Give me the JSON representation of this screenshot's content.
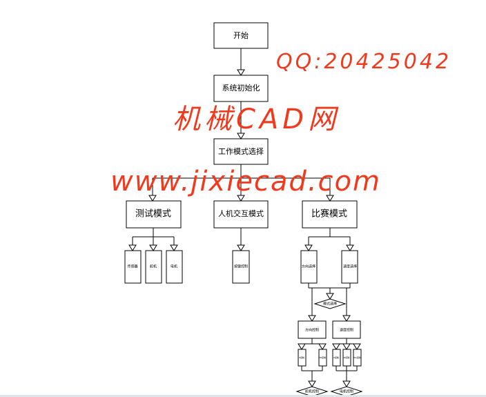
{
  "flowchart": {
    "start": "开始",
    "init": "系统初始化",
    "mode_select": "工作模式选择",
    "modes": [
      "测试模式",
      "人机交互模式",
      "比赛模式"
    ],
    "test_items": [
      "传感器",
      "舵机",
      "电机"
    ],
    "interactive_items": [
      "按键控制"
    ],
    "race_items": [
      "方向选择",
      "速度选择"
    ],
    "race_decision": "模式选择",
    "controls": [
      "方向控制",
      "速度控制"
    ],
    "direction_sub": [
      "P控制",
      "PD控制"
    ],
    "speed_sub": [
      "P控制",
      "PI控制",
      "PID控制"
    ],
    "end_nodes": [
      "舵机控制",
      "电机控制"
    ]
  },
  "watermark": {
    "line1": "机械CAD网",
    "line2": "www.jixiecad.com",
    "line3": "QQ:20425042"
  }
}
